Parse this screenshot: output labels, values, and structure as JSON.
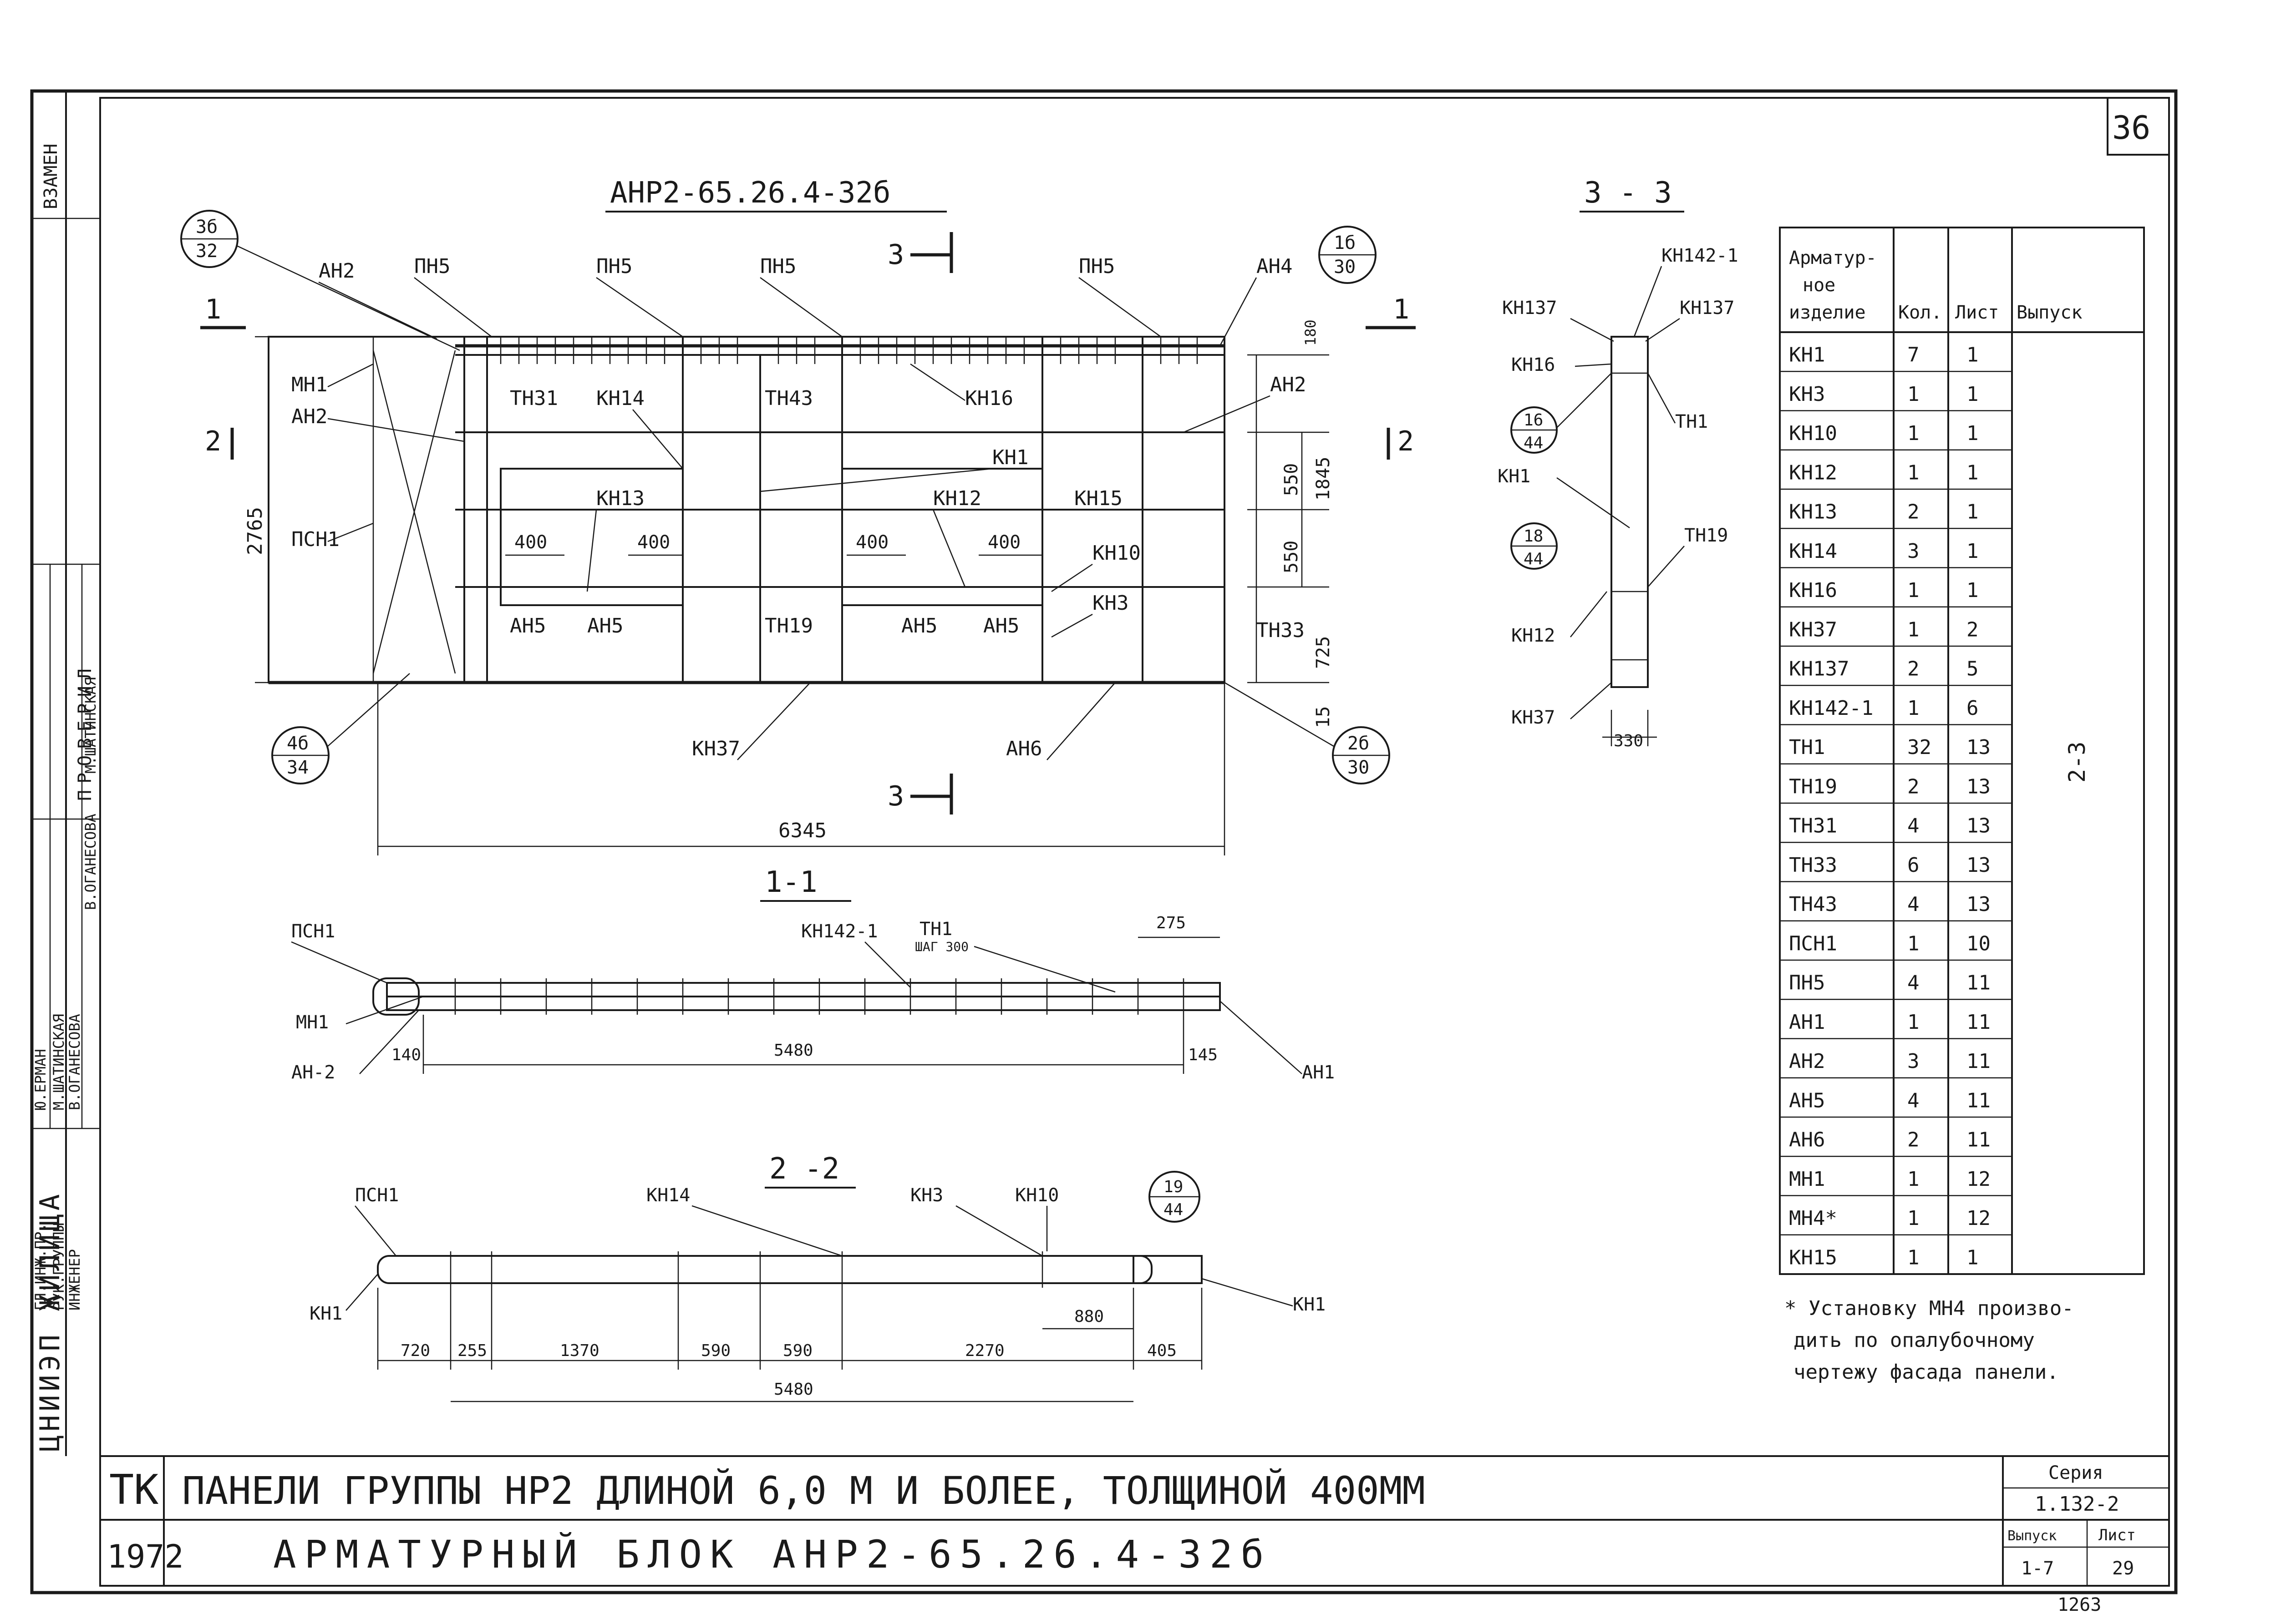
{
  "sheet_number": "36",
  "side_stamp": {
    "replaces": "ВЗАМЕН",
    "checked_header": "ПРОВЕРИЛ",
    "rows": [
      {
        "role": "ГЛ.ИНЖ.ПР.",
        "name": "Ю.ЕРМАН"
      },
      {
        "role": "РУК.ГРУППЫ",
        "name": "М.ШАТИНСКАЯ"
      },
      {
        "role": "ИНЖЕНЕР",
        "name": "В.ОГАНЕСОВА"
      },
      {
        "role": "РУК.ГРУППЫ",
        "name": "В.ОГАНЕСОВА"
      },
      {
        "role": "",
        "name": "М.ШАТИНСКАЯ"
      }
    ],
    "org": "ЦНИИЭП ЖИЛИЩА"
  },
  "main_view": {
    "title": "АНР2-65.26.4-32б",
    "bubbles": [
      {
        "top": "3б",
        "bottom": "32"
      },
      {
        "top": "1б",
        "bottom": "30"
      },
      {
        "top": "4б",
        "bottom": "34"
      },
      {
        "top": "2б",
        "bottom": "30"
      }
    ],
    "cuts": {
      "c1": "1",
      "c2": "2",
      "c3": "3"
    },
    "labels": {
      "ah2_top": "АН2",
      "pn5_a": "ПН5",
      "pn5_b": "ПН5",
      "pn5_c": "ПН5",
      "pn5_d": "ПН5",
      "ah4": "АН4",
      "mh1": "МН1",
      "ah2_left": "АН2",
      "psn1": "ПСН1",
      "tn31": "ТН31",
      "kn14": "КН14",
      "tn43": "ТН43",
      "kn16": "КН16",
      "ah2_right": "АН2",
      "kn1": "КН1",
      "kn13": "КН13",
      "kn12": "КН12",
      "kn15": "КН15",
      "kn10": "КН10",
      "kn3": "КН3",
      "ah5_a": "АН5",
      "ah5_b": "АН5",
      "ah5_c": "АН5",
      "ah5_d": "АН5",
      "tn19": "ТН19",
      "tn33": "ТН33",
      "kn37": "КН37",
      "ah6": "АН6"
    },
    "dims": {
      "d400a": "400",
      "d400b": "400",
      "d400c": "400",
      "d400d": "400",
      "height": "2765",
      "d1845": "1845",
      "d550a": "550",
      "d550b": "550",
      "d725": "725",
      "d15": "15",
      "d180": "180",
      "length": "6345"
    }
  },
  "section_33": {
    "title": "3 - 3",
    "bubbles": [
      {
        "top": "16",
        "bottom": "44"
      },
      {
        "top": "18",
        "bottom": "44"
      }
    ],
    "labels": {
      "kn142": "КН142-1",
      "kn137a": "КН137",
      "kn137b": "КН137",
      "kn16": "КН16",
      "tn1": "ТН1",
      "kn1": "КН1",
      "tn19": "ТН19",
      "kn12": "КН12",
      "kn37": "КН37"
    },
    "dim": "330"
  },
  "section_11": {
    "title": "1-1",
    "labels": {
      "psn1": "ПСН1",
      "kn142": "КН142-1",
      "tn1": "ТН1",
      "step": "ШАГ 300",
      "mh1": "МН1",
      "ah2": "АН-2",
      "ah1": "АН1"
    },
    "dims": {
      "d275": "275",
      "d140": "140",
      "d5480": "5480",
      "d145": "145"
    }
  },
  "section_22": {
    "title": "2 -2",
    "bubble": {
      "top": "19",
      "bottom": "44"
    },
    "labels": {
      "psn1": "ПСН1",
      "kn14": "КН14",
      "kn3": "КН3",
      "kn10": "КН10",
      "kn1a": "КН1",
      "kn1b": "КН1"
    },
    "dims": {
      "d720": "720",
      "d255": "255",
      "d1370": "1370",
      "d590a": "590",
      "d590b": "590",
      "d2270": "2270",
      "d880": "880",
      "d405": "405",
      "d5480": "5480"
    }
  },
  "spec_table": {
    "headers": [
      "Арматур-ное изделие",
      "Кол.",
      "Лист",
      "Выпуск"
    ],
    "rows": [
      [
        "КН1",
        "7",
        "1"
      ],
      [
        "КН3",
        "1",
        "1"
      ],
      [
        "КН10",
        "1",
        "1"
      ],
      [
        "КН12",
        "1",
        "1"
      ],
      [
        "КН13",
        "2",
        "1"
      ],
      [
        "КН14",
        "3",
        "1"
      ],
      [
        "КН16",
        "1",
        "1"
      ],
      [
        "КН37",
        "1",
        "2"
      ],
      [
        "КН137",
        "2",
        "5"
      ],
      [
        "КН142-1",
        "1",
        "6"
      ],
      [
        "ТН1",
        "32",
        "13"
      ],
      [
        "ТН19",
        "2",
        "13"
      ],
      [
        "ТН31",
        "4",
        "13"
      ],
      [
        "ТН33",
        "6",
        "13"
      ],
      [
        "ТН43",
        "4",
        "13"
      ],
      [
        "ПСН1",
        "1",
        "10"
      ],
      [
        "ПН5",
        "4",
        "11"
      ],
      [
        "АН1",
        "1",
        "11"
      ],
      [
        "АН2",
        "3",
        "11"
      ],
      [
        "АН5",
        "4",
        "11"
      ],
      [
        "АН6",
        "2",
        "11"
      ],
      [
        "МН1",
        "1",
        "12"
      ],
      [
        "МН4*",
        "1",
        "12"
      ],
      [
        "КН15",
        "1",
        "1"
      ]
    ],
    "issue": "2-3"
  },
  "note": [
    "* Установку МН4 произво-",
    "дить по опалубочному",
    "чертежу фасада панели."
  ],
  "title_block": {
    "code": "ТК",
    "year": "1972",
    "line1": "ПАНЕЛИ ГРУППЫ НР2 ДЛИНОЙ 6,0 М И БОЛЕЕ, ТОЛЩИНОЙ 400ММ",
    "line2": "АРМАТУРНЫЙ БЛОК АНР2-65.26.4-32б",
    "series_label": "Серия",
    "series": "1.132-2",
    "issue_label": "Выпуск",
    "issue": "1-7",
    "sheet_label": "Лист",
    "sheet": "29",
    "bottom_number": "1263"
  }
}
